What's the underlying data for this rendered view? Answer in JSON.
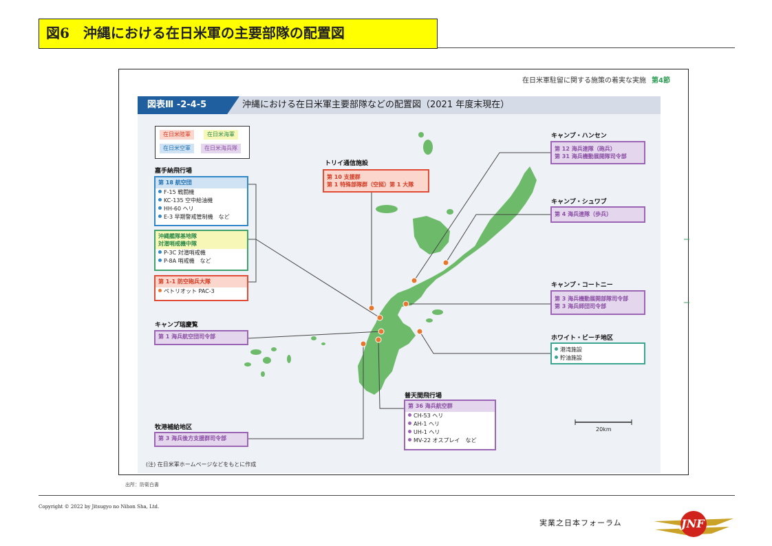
{
  "slide": {
    "title": "図6　沖縄における在日米軍の主要部隊の配置図",
    "copyright": "Copyright © 2022 by Jitsugyo no Nihon Sha, Ltd.",
    "publisher": "実業之日本フォーラム",
    "logo_text": "JNF",
    "source": "出所：防衛白書"
  },
  "figure": {
    "header": "在日米軍駐留に関する施策の着実な実施",
    "section": "第4節",
    "number": "図表Ⅲ -2-4-5",
    "title": "沖縄における在日米軍主要部隊などの配置図（2021 年度末現在）",
    "note": "(注) 在日米軍ホームページなどをもとに作成",
    "scale": "20km"
  },
  "legend": {
    "army": "在日米陸軍",
    "navy": "在日米海軍",
    "air": "在日米空軍",
    "marines": "在日米海兵隊"
  },
  "colors": {
    "army": "#e14b36",
    "navy": "#3ea06a",
    "air": "#2f86c8",
    "marines": "#9b63b4",
    "land": "#6dbb6a",
    "marker": "#e8772e"
  },
  "sites": {
    "kadena": {
      "label": "嘉手納飛行場",
      "air_unit": "第 18 航空団",
      "air_items": [
        "F-15 戦闘機",
        "KC-135 空中給油機",
        "HH-60 ヘリ",
        "E-3 早期警戒管制機　など"
      ],
      "navy_unit_1": "沖縄艦隊基地隊",
      "navy_unit_2": "対潜哨戒機中隊",
      "navy_items": [
        "P-3C 対潜哨戒機",
        "P-8A 哨戒機　など"
      ],
      "army_unit": "第 1-1 防空砲兵大隊",
      "army_items": [
        "ペトリオット PAC-3"
      ]
    },
    "torii": {
      "label": "トリイ通信施設",
      "unit_1": "第 10 支援群",
      "unit_2": "第 1 特殊部隊群（空挺）第 1 大隊"
    },
    "zukeran": {
      "label": "キャンプ瑞慶覧",
      "unit": "第 1 海兵航空団司令部"
    },
    "makiminato": {
      "label": "牧港補給地区",
      "unit": "第 3 海兵後方支援群司令部"
    },
    "hansen": {
      "label": "キャンプ・ハンセン",
      "unit_1": "第 12 海兵連隊（砲兵）",
      "unit_2": "第 31 海兵機動展開隊司令部"
    },
    "schwab": {
      "label": "キャンプ・シュワブ",
      "unit": "第 4 海兵連隊（歩兵）"
    },
    "courtney": {
      "label": "キャンプ・コートニー",
      "unit_1": "第 3 海兵機動展開部隊司令部",
      "unit_2": "第 3 海兵師団司令部"
    },
    "white_beach": {
      "label": "ホワイト・ビーチ地区",
      "items": [
        "港湾施設",
        "貯油施設"
      ]
    },
    "futenma": {
      "label": "普天間飛行場",
      "unit": "第 36 海兵航空群",
      "items": [
        "CH-53 ヘリ",
        "AH-1 ヘリ",
        "UH-1 ヘリ",
        "MV-22 オスプレイ　など"
      ]
    }
  }
}
